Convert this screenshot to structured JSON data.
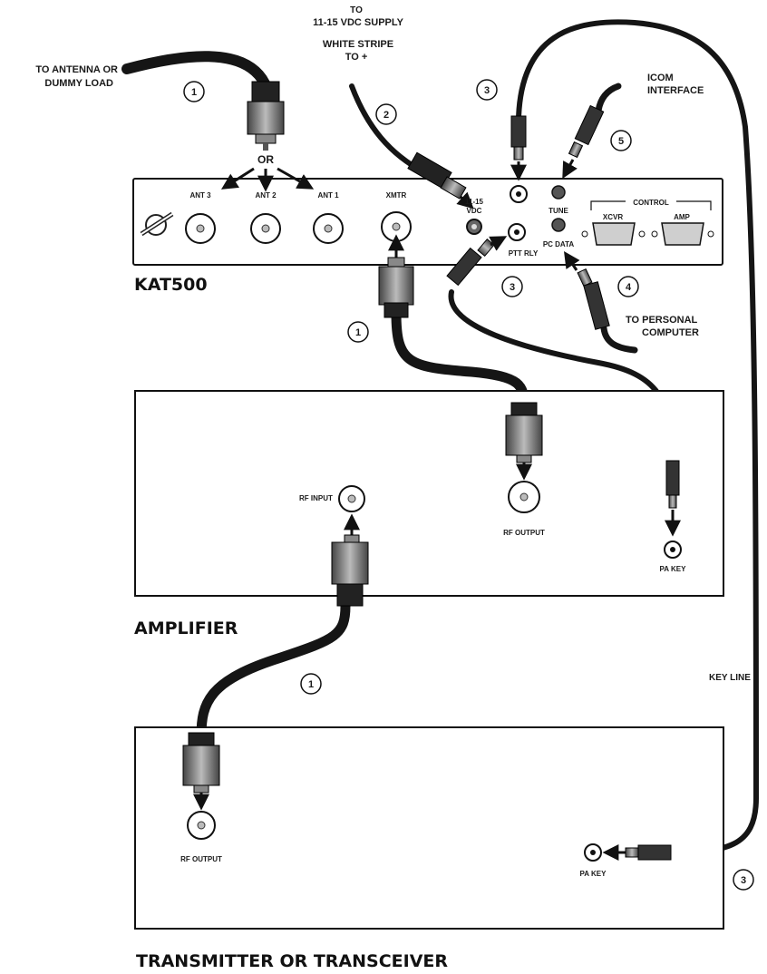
{
  "labels": {
    "antenna": "TO ANTENNA OR",
    "antenna2": "DUMMY LOAD",
    "supply_to": "TO",
    "supply": "11-15 VDC SUPPLY",
    "stripe": "WHITE STRIPE",
    "stripe2": "TO +",
    "icom": "ICOM",
    "icom2": "INTERFACE",
    "or": "OR",
    "ant3": "ANT 3",
    "ant2": "ANT 2",
    "ant1": "ANT 1",
    "xmtr": "XMTR",
    "vdc": "11-15",
    "vdc2": "VDC",
    "tune": "TUNE",
    "pcdata": "PC DATA",
    "pttrly": "PTT RLY",
    "control": "CONTROL",
    "xcvr": "XCVR",
    "amp": "AMP",
    "kat500": "KAT500",
    "pc": "TO PERSONAL",
    "pc2": "COMPUTER",
    "rf_input": "RF INPUT",
    "rf_output_amp": "RF OUTPUT",
    "pa_key_amp": "PA KEY",
    "amplifier": "AMPLIFIER",
    "key_line": "KEY LINE",
    "rf_output_tx": "RF OUTPUT",
    "pa_key_tx": "PA KEY",
    "transmitter": "TRANSMITTER OR TRANSCEIVER"
  },
  "callouts": [
    "1",
    "2",
    "3",
    "5",
    "3",
    "4",
    "1",
    "1",
    "3"
  ]
}
